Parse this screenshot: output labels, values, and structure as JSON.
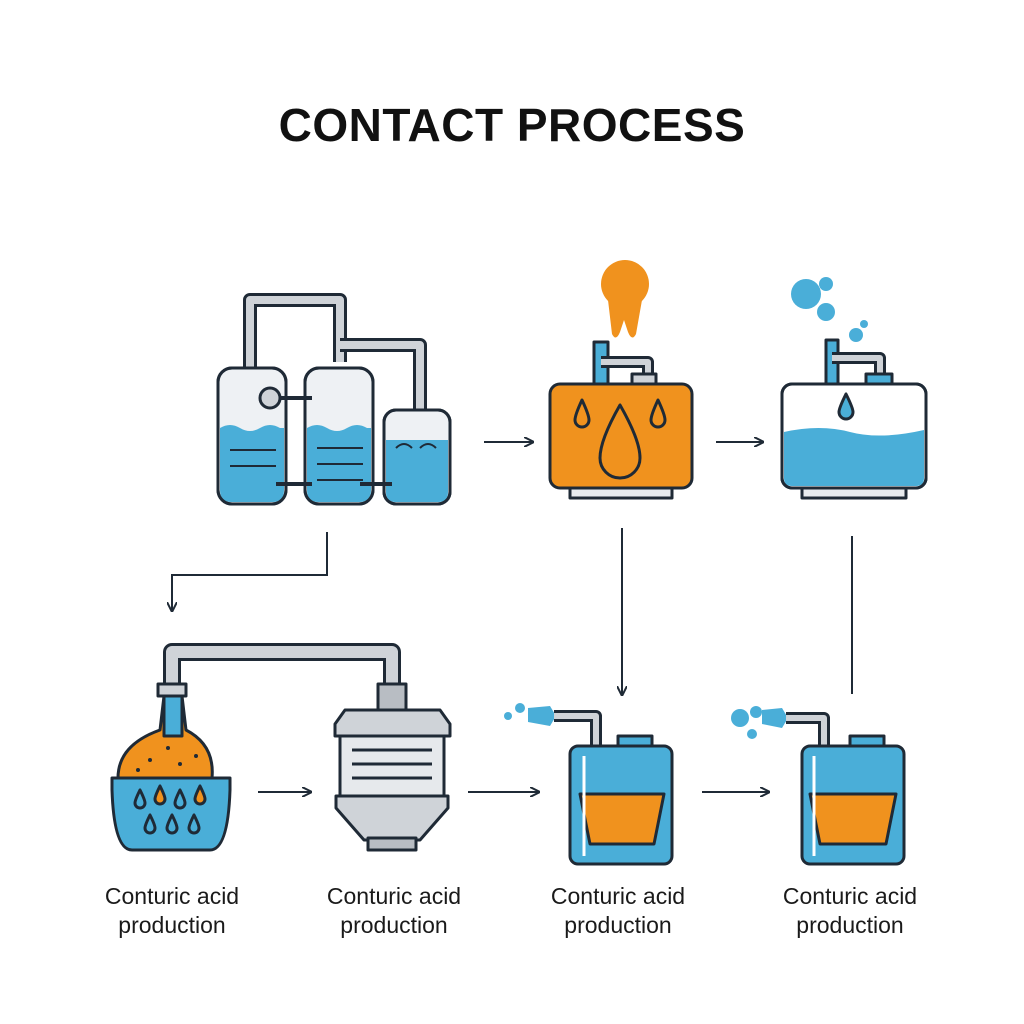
{
  "title": "CONTACT PROCESS",
  "labels": [
    {
      "line1": "Conturic acid",
      "line2": "production"
    },
    {
      "line1": "Conturic acid",
      "line2": "production"
    },
    {
      "line1": "Conturic acid",
      "line2": "production"
    },
    {
      "line1": "Conturic acid",
      "line2": "production"
    }
  ],
  "colors": {
    "outline": "#1f2a36",
    "liquid_blue": "#4aaed8",
    "orange": "#f0921e",
    "metal": "#cfd3d8",
    "tank_white": "#eef1f4"
  },
  "icons": [
    "three-tank-plant-icon",
    "orange-heater-tank-icon",
    "water-tank-icon",
    "bubbling-flask-icon",
    "metal-converter-icon",
    "acid-container-icon",
    "acid-container-icon"
  ]
}
